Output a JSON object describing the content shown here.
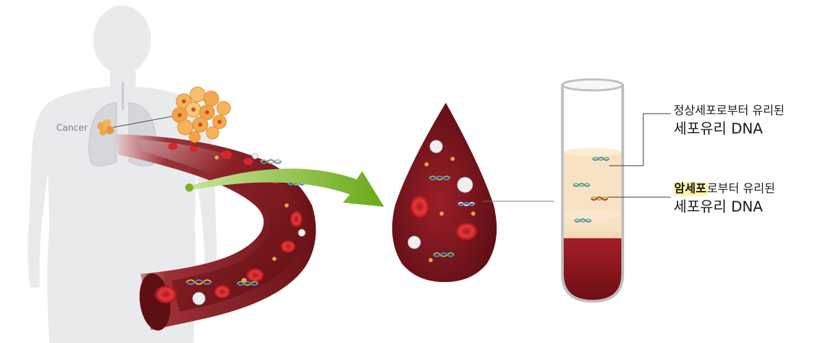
{
  "body_label": "Cancer",
  "normal_label": {
    "line1": "정상세포로부터 유리된",
    "line2": "세포유리 DNA"
  },
  "cancer_label": {
    "highlight": "암세포",
    "line1_rest": "로부터 유리된",
    "line2": "세포유리 DNA"
  },
  "colors": {
    "silhouette": "#e9eaec",
    "vessel": "#7a1a1f",
    "blood": "#8a1a22",
    "arrow": "#7ab51d",
    "tumor": "#f2a54a",
    "plasma": "#f7e2c4",
    "highlight": "#fff3a8"
  }
}
